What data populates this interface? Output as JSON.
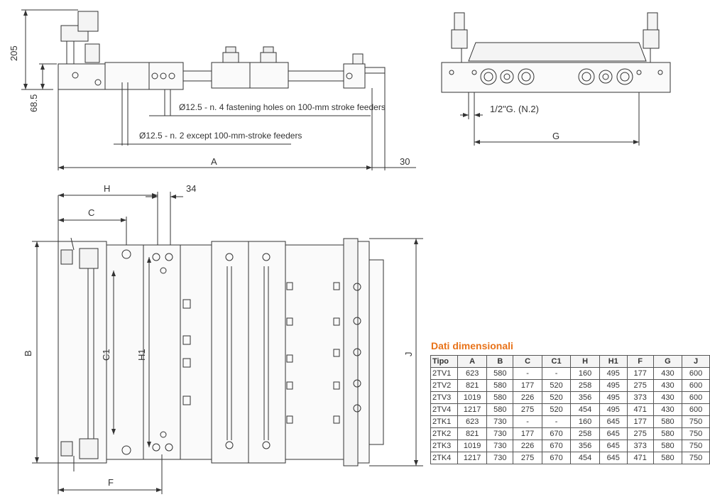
{
  "dimensions": {
    "top_view_height": "205",
    "top_view_base": "68.5",
    "overall_A": "A",
    "extra_30": "30",
    "front_half_inch": "1/2\"G. (N.2)",
    "front_G": "G",
    "plan_H": "H",
    "plan_34": "34",
    "plan_C": "C",
    "plan_B": "B",
    "plan_C1": "C1",
    "plan_H1": "H1",
    "plan_J": "J",
    "plan_F": "F"
  },
  "notes": {
    "holes_4": "Ø12.5 - n. 4 fastening holes on 100-mm stroke feeders",
    "holes_2": "Ø12.5 - n. 2 except 100-mm-stroke feeders"
  },
  "table": {
    "title": "Dati dimensionali",
    "headers": [
      "Tipo",
      "A",
      "B",
      "C",
      "C1",
      "H",
      "H1",
      "F",
      "G",
      "J"
    ],
    "rows": [
      [
        "2TV1",
        "623",
        "580",
        "-",
        "-",
        "160",
        "495",
        "177",
        "430",
        "600"
      ],
      [
        "2TV2",
        "821",
        "580",
        "177",
        "520",
        "258",
        "495",
        "275",
        "430",
        "600"
      ],
      [
        "2TV3",
        "1019",
        "580",
        "226",
        "520",
        "356",
        "495",
        "373",
        "430",
        "600"
      ],
      [
        "2TV4",
        "1217",
        "580",
        "275",
        "520",
        "454",
        "495",
        "471",
        "430",
        "600"
      ],
      [
        "2TK1",
        "623",
        "730",
        "-",
        "-",
        "160",
        "645",
        "177",
        "580",
        "750"
      ],
      [
        "2TK2",
        "821",
        "730",
        "177",
        "670",
        "258",
        "645",
        "275",
        "580",
        "750"
      ],
      [
        "2TK3",
        "1019",
        "730",
        "226",
        "670",
        "356",
        "645",
        "373",
        "580",
        "750"
      ],
      [
        "2TK4",
        "1217",
        "730",
        "275",
        "670",
        "454",
        "645",
        "471",
        "580",
        "750"
      ]
    ]
  }
}
